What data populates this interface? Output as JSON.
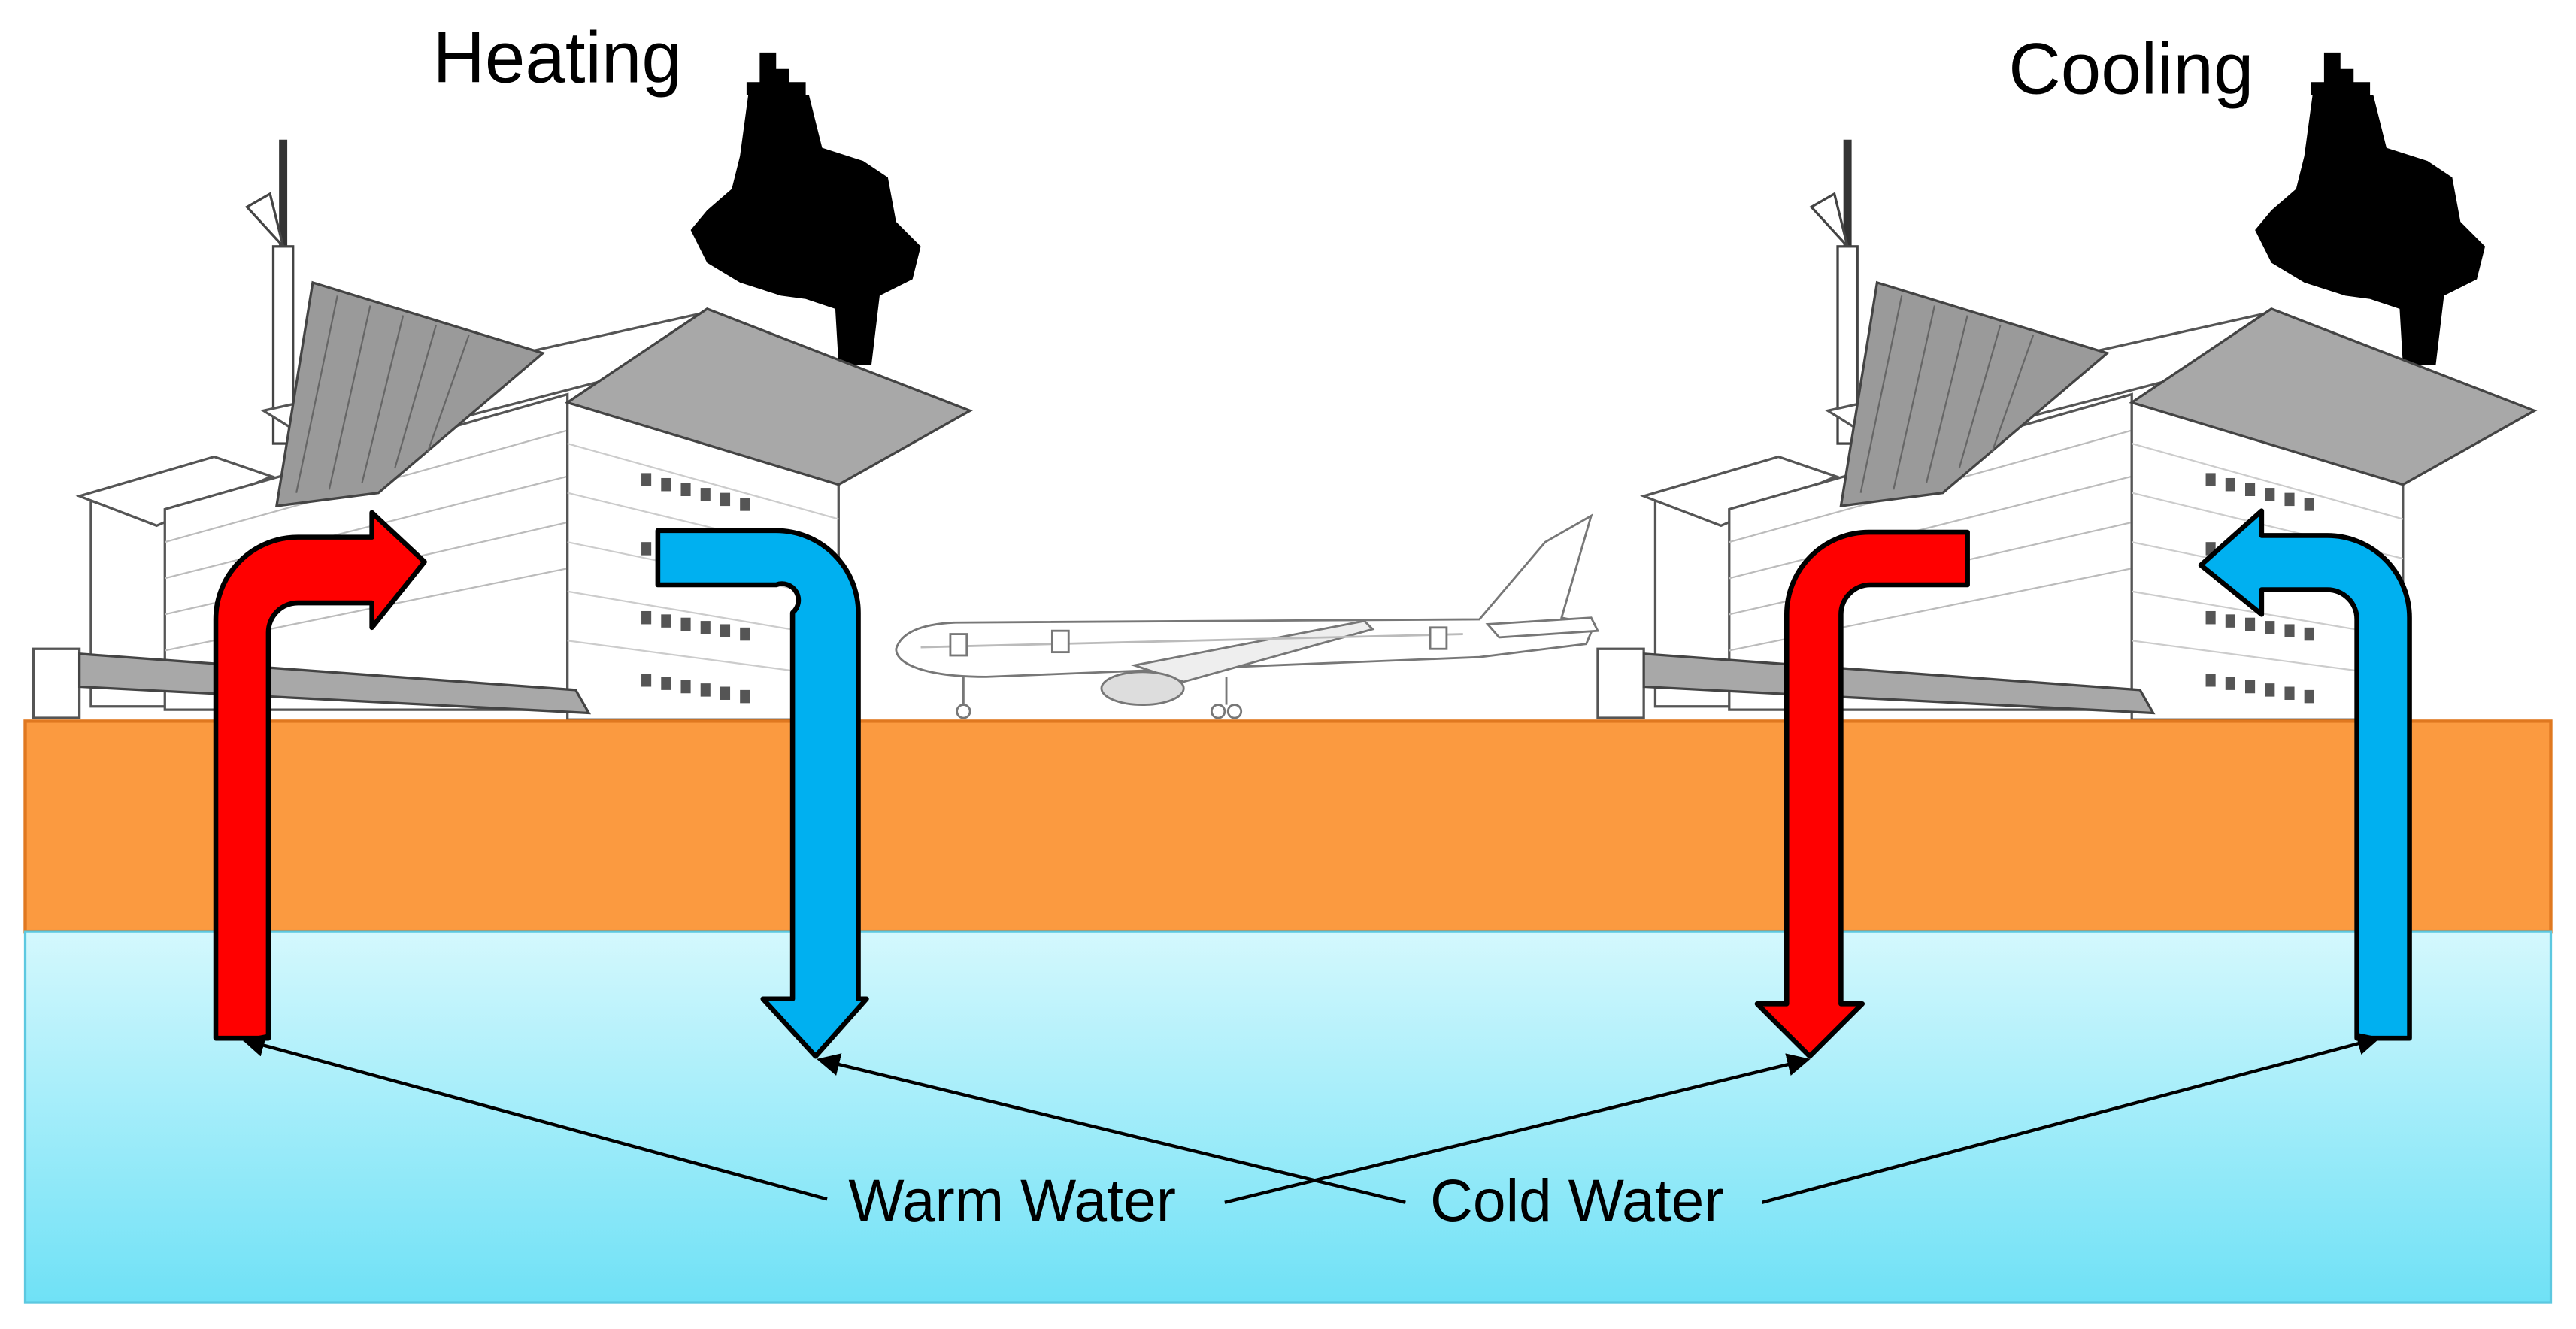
{
  "titles": {
    "heating": "Heating",
    "cooling": "Cooling"
  },
  "labels": {
    "warm_water": "Warm Water",
    "cold_water": "Cold Water"
  },
  "colors": {
    "ground": "#fb9a40",
    "water_top": "#d4f8fd",
    "water_bottom": "#6fe1f6",
    "warm_arrow": "#ff0000",
    "cold_arrow": "#00b0f0",
    "tower": "#000000",
    "roof": "#a8a8a8"
  },
  "icons": {
    "building": "airport-terminal-icon",
    "tower": "control-tower-icon",
    "aircraft": "airplane-icon"
  }
}
